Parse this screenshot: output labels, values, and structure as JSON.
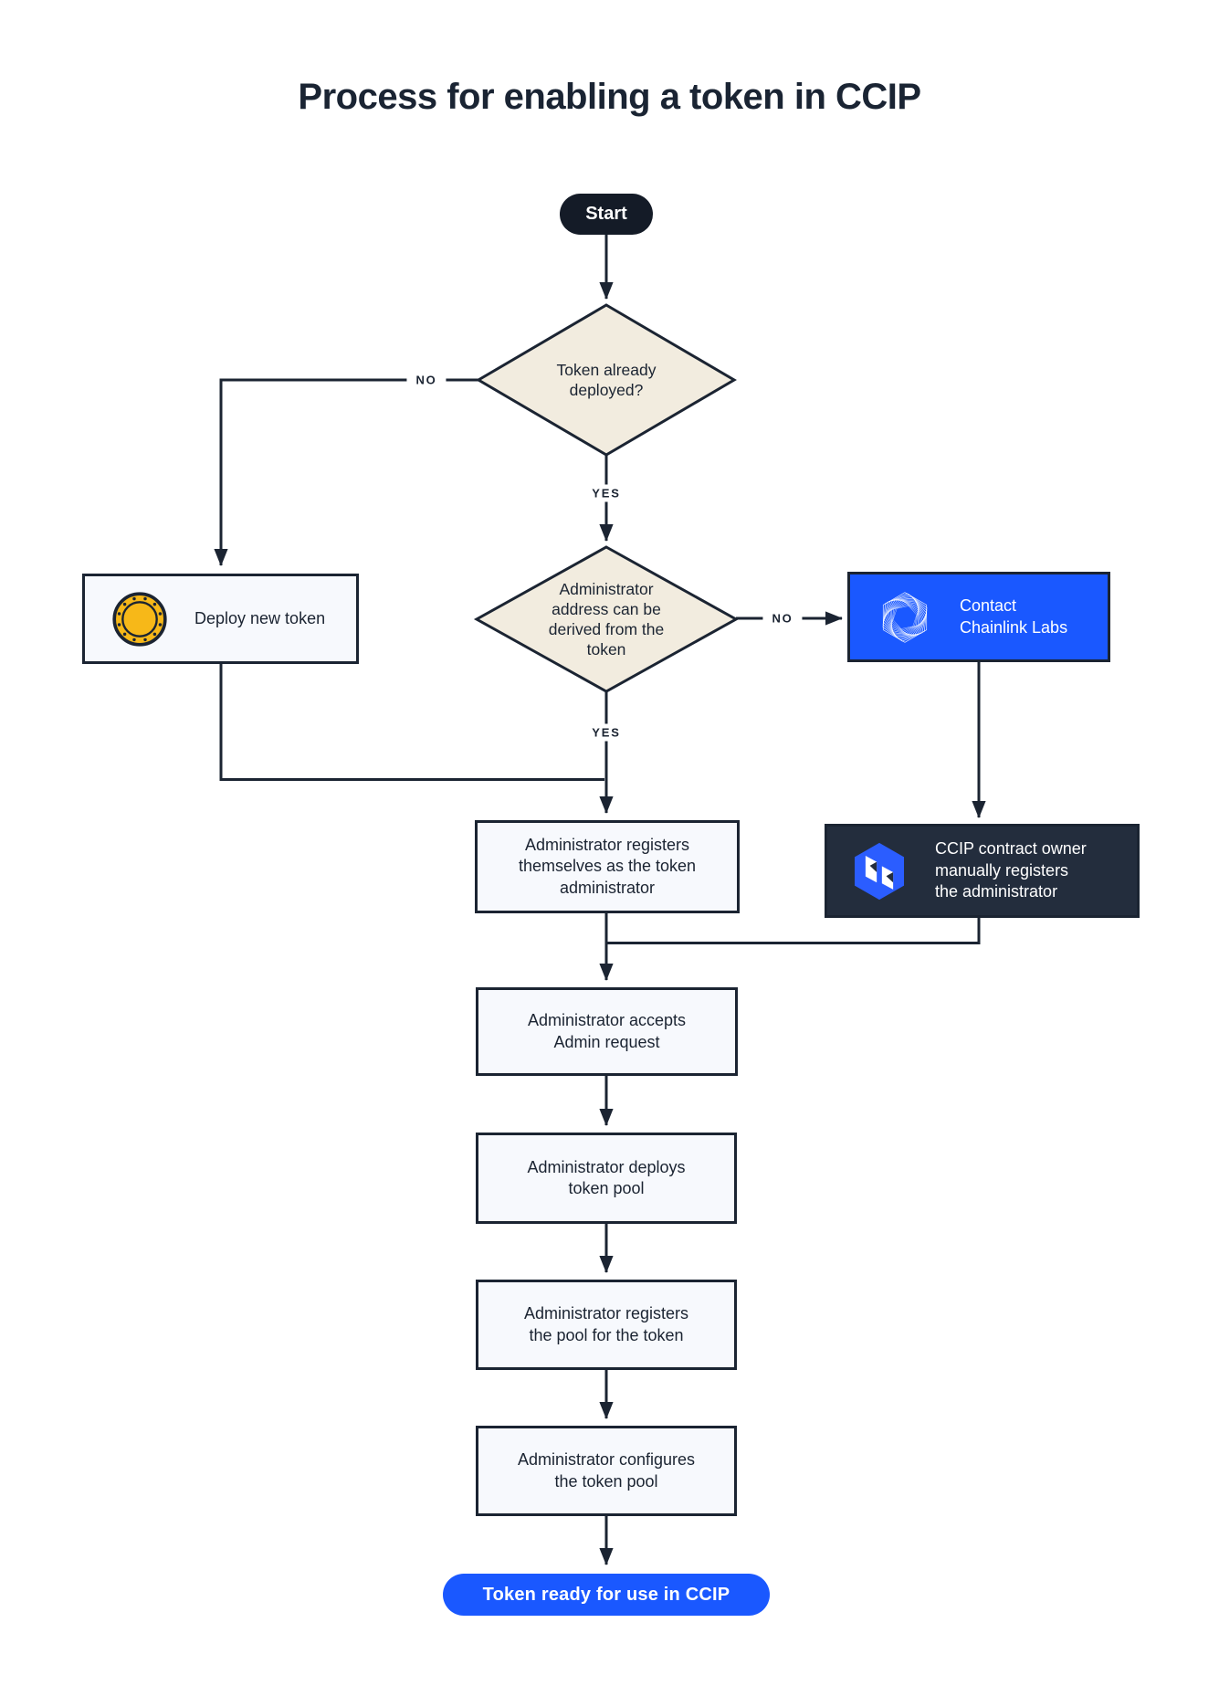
{
  "title": "Process for enabling a token in CCIP",
  "colors": {
    "accent_blue": "#1a58ff",
    "dark_navy": "#1b2432",
    "start_pill_bg": "#141b27",
    "diamond_fill": "#f2ecdf",
    "process_box_fill": "#f7f9fd",
    "dark_box_fill": "#232d3d",
    "coin_gold": "#f7b818"
  },
  "nodes": {
    "start": {
      "label": "Start"
    },
    "decision_token_deployed": {
      "label": "Token already\ndeployed?"
    },
    "deploy_new_token": {
      "label": "Deploy new token",
      "icon": "coin-icon"
    },
    "decision_admin_derivable": {
      "label": "Administrator\naddress can be\nderived from the\ntoken"
    },
    "contact_chainlink_labs": {
      "label": "Contact\nChainlink Labs",
      "icon": "chainlink-labs-icon"
    },
    "admin_registers_self": {
      "label": "Administrator registers\nthemselves as the token\nadministrator"
    },
    "ccip_owner_registers": {
      "label": "CCIP contract owner\nmanually registers\nthe administrator",
      "icon": "ccip-icon"
    },
    "admin_accepts_request": {
      "label": "Administrator accepts\nAdmin request"
    },
    "admin_deploys_pool": {
      "label": "Administrator deploys\ntoken pool"
    },
    "admin_registers_pool": {
      "label": "Administrator registers\nthe pool for the token"
    },
    "admin_configures_pool": {
      "label": "Administrator configures\nthe token pool"
    },
    "token_ready": {
      "label": "Token ready for use in CCIP"
    }
  },
  "edges": {
    "token_deployed_no": "NO",
    "token_deployed_yes": "YES",
    "admin_derivable_no": "NO",
    "admin_derivable_yes": "YES"
  }
}
